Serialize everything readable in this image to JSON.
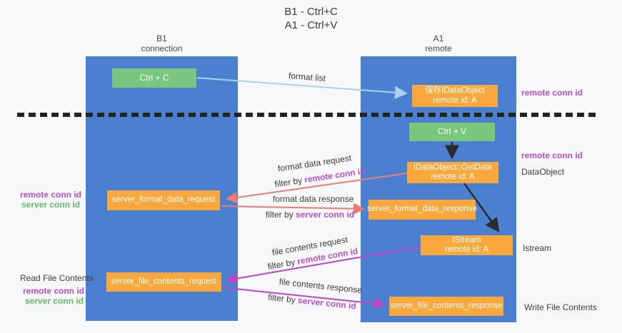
{
  "title": {
    "line1": "B1 - Ctrl+C",
    "line2": "A1 - Ctrl+V"
  },
  "columns": {
    "left": {
      "header_line1": "B1",
      "header_line2": "connection"
    },
    "right": {
      "header_line1": "A1",
      "header_line2": "remote"
    }
  },
  "boxes": {
    "ctrl_c": "Ctrl + C",
    "ctrl_v": "Ctrl + V",
    "save_dataobject": {
      "line1": "保存IDataObject",
      "line2": "remote id: A"
    },
    "getdata": {
      "line1": "IDataObject::GetData",
      "line2": "remote id: A"
    },
    "istream": {
      "line1": "IStream",
      "line2": "remote id: A"
    },
    "server_format_data_request": "server_format_data_request",
    "server_format_data_response": "server_format_data_response",
    "server_file_contents_request": "server_file_contents_request",
    "server_file_contents_response": "server_file_contents_response"
  },
  "arrow_labels": {
    "format_list": "format list",
    "format_data_request": "format data request",
    "format_data_response": "format data response",
    "file_contents_request": "file contents request",
    "file_contents_response": "file contents response",
    "filter_by_prefix": "filter by ",
    "remote_conn_id": "remote conn id",
    "server_conn_id": "server conn id"
  },
  "side_labels": {
    "right_remote_conn_id_top": "remote conn id",
    "right_remote_conn_id_mid": "remote conn id",
    "dataobject": "DataObject",
    "istream": "Istream",
    "write_file_contents": "Write File Contents",
    "left_remote_conn_id_top": "remote conn id",
    "left_server_conn_id_top": "server conn id",
    "read_file_contents": "Read File Contents",
    "left_remote_conn_id_bottom": "remote conn id",
    "left_server_conn_id_bottom": "server conn id"
  },
  "colors": {
    "column_blue": "#4b80d1",
    "box_orange": "#f8a83c",
    "box_green": "#79c67d",
    "arrow_light_blue": "#a8d2f0",
    "arrow_black": "#2b2b2b",
    "arrow_red": "#ed7c70",
    "arrow_magenta": "#c343c6",
    "label_purple": "#b84fc8",
    "label_green": "#66b868"
  }
}
